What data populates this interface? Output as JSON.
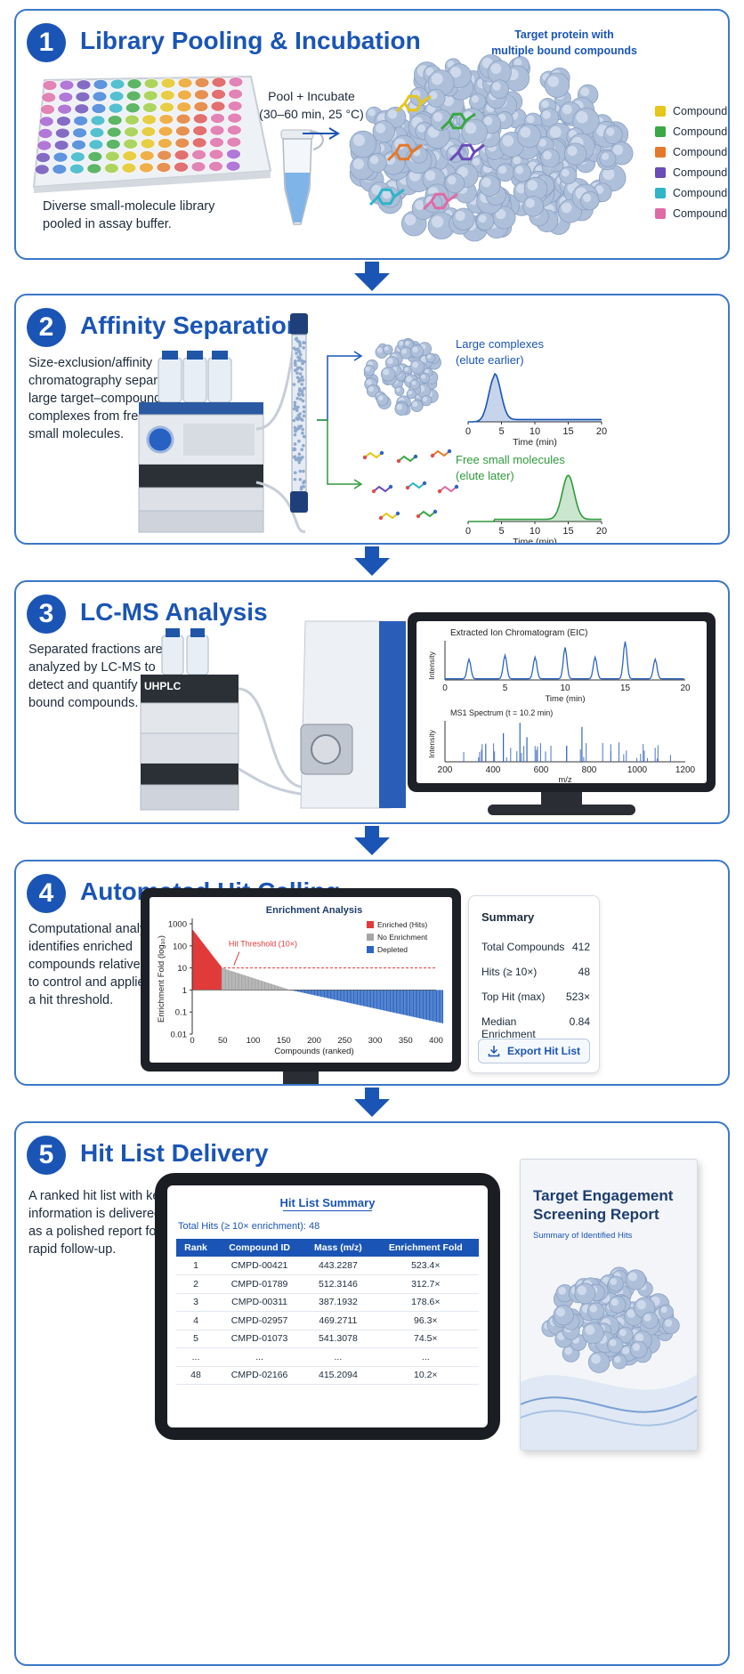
{
  "steps": [
    {
      "num": "1",
      "title": "Library Pooling & Incubation"
    },
    {
      "num": "2",
      "title": "Affinity Separation"
    },
    {
      "num": "3",
      "title": "LC-MS Analysis"
    },
    {
      "num": "4",
      "title": "Automated Hit Calling"
    },
    {
      "num": "5",
      "title": "Hit List Delivery"
    }
  ],
  "step1": {
    "desc_lines": [
      "Diverse small-molecule library",
      "pooled in assay buffer."
    ],
    "pool_lines": [
      "Pool + Incubate",
      "(30–60 min, 25 °C)"
    ],
    "protein_label_lines": [
      "Target protein with",
      "multiple bound compounds"
    ],
    "compounds": [
      {
        "label": "Compound A",
        "color": "#e6c619"
      },
      {
        "label": "Compound B",
        "color": "#3aa843"
      },
      {
        "label": "Compound C",
        "color": "#e5782a"
      },
      {
        "label": "Compound D",
        "color": "#6a4bb8"
      },
      {
        "label": "Compound E",
        "color": "#2fb4c8"
      },
      {
        "label": "Compound F",
        "color": "#e06aa6"
      }
    ]
  },
  "step2": {
    "desc_lines": [
      "Size-exclusion/affinity",
      "chromatography separates",
      "large target–compound",
      "complexes from free",
      "small molecules."
    ],
    "large_label_lines": [
      "Large complexes",
      "(elute earlier)"
    ],
    "free_label_lines": [
      "Free small molecules",
      "(elute later)"
    ],
    "x_ticks": [
      "0",
      "5",
      "10",
      "15",
      "20"
    ],
    "x_label": "Time (min)",
    "large_color": "#1a55b5",
    "free_color": "#2f9a3c"
  },
  "step3": {
    "desc_lines": [
      "Separated fractions are",
      "analyzed by LC-MS to",
      "detect and quantify",
      "bound compounds."
    ],
    "uhplc_label": "UHPLC",
    "eic_title": "Extracted Ion Chromatogram (EIC)",
    "eic_ylabel": "Intensity",
    "eic_xlabel": "Time (min)",
    "eic_ticks": [
      "0",
      "5",
      "10",
      "15",
      "20"
    ],
    "ms_title": "MS1 Spectrum (t = 10.2 min)",
    "ms_ylabel": "Intensity",
    "ms_xlabel": "m/z",
    "ms_ticks": [
      "200",
      "400",
      "600",
      "800",
      "1000",
      "1200"
    ]
  },
  "step4": {
    "desc_lines": [
      "Computational analysis",
      "identifies enriched",
      "compounds relative",
      "to control and applies",
      "a hit threshold."
    ],
    "summary": {
      "title": "Summary",
      "rows": [
        {
          "label": "Total Compounds",
          "value": "412"
        },
        {
          "label": "Hits (≥ 10×)",
          "value": "48"
        },
        {
          "label": "Top Hit (max)",
          "value": "523×"
        },
        {
          "label": "Median Enrichment",
          "value": "0.84"
        }
      ],
      "export_label": "Export Hit List"
    }
  },
  "step5": {
    "desc_lines": [
      "A ranked hit list with key",
      "information is delivered",
      "as a polished report for",
      "rapid follow-up."
    ],
    "table_title": "Hit List Summary",
    "total_hits": "Total Hits (≥ 10× enrichment): 48",
    "columns": [
      "Rank",
      "Compound ID",
      "Mass (m/z)",
      "Enrichment Fold"
    ],
    "rows": [
      [
        "1",
        "CMPD-00421",
        "443.2287",
        "523.4×"
      ],
      [
        "2",
        "CMPD-01789",
        "512.3146",
        "312.7×"
      ],
      [
        "3",
        "CMPD-00311",
        "387.1932",
        "178.6×"
      ],
      [
        "4",
        "CMPD-02957",
        "469.2711",
        "96.3×"
      ],
      [
        "5",
        "CMPD-01073",
        "541.3078",
        "74.5×"
      ],
      [
        "...",
        "...",
        "...",
        "..."
      ],
      [
        "48",
        "CMPD-02166",
        "415.2094",
        "10.2×"
      ]
    ],
    "report_title_lines": [
      "Target Engagement",
      "Screening Report"
    ],
    "report_subtitle": "Summary of Identified Hits"
  },
  "chart_data": {
    "type": "bar",
    "title": "Enrichment Analysis",
    "xlabel": "Compounds (ranked)",
    "ylabel": "Enrichment Fold (log₁₀)",
    "yscale": "log",
    "ylim": [
      0.01,
      1000
    ],
    "xlim": [
      0,
      400
    ],
    "x_ticks": [
      0,
      50,
      100,
      150,
      200,
      250,
      300,
      350,
      400
    ],
    "y_ticks": [
      "0.01",
      "0.1",
      "1",
      "10",
      "100",
      "1000"
    ],
    "threshold": 10,
    "threshold_label": "Hit Threshold (10×)",
    "total_compounds": 412,
    "hit_count": 48,
    "max_value": 523,
    "min_value": 0.03,
    "no_enrichment_end_rank": 160,
    "legend_position": "top-right",
    "series": [
      {
        "name": "Enriched (Hits)",
        "color": "#e03b3b"
      },
      {
        "name": "No Enrichment",
        "color": "#a6a6a6"
      },
      {
        "name": "Depleted",
        "color": "#2c66c2"
      }
    ]
  }
}
